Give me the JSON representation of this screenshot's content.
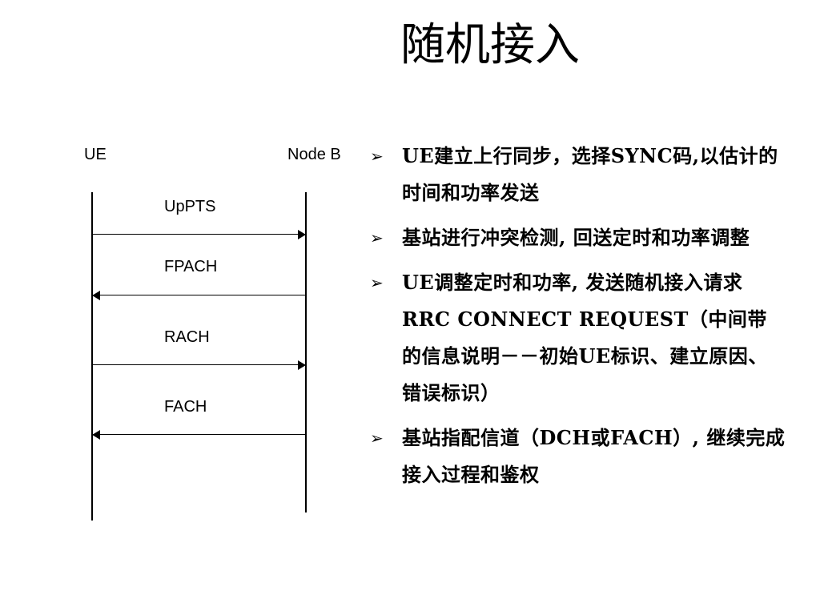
{
  "title": "随机接入",
  "diagram": {
    "entities": [
      {
        "label": "UE"
      },
      {
        "label": "Node B"
      }
    ],
    "messages": [
      {
        "label": "UpPTS",
        "direction": "UE→Node B"
      },
      {
        "label": "FPACH",
        "direction": "Node B→UE"
      },
      {
        "label": "RACH",
        "direction": "UE→Node B"
      },
      {
        "label": "FACH",
        "direction": "Node B→UE"
      }
    ]
  },
  "bullet_marker_icon": "arrowhead-bullet-icon",
  "bullets": [
    "UE建立上行同步，选择SYNC码,以估计的时间和功率发送",
    "基站进行冲突检测, 回送定时和功率调整",
    "UE调整定时和功率, 发送随机接入请求RRC CONNECT REQUEST（中间带的信息说明－－初始UE标识、建立原因、错误标识）",
    "基站指配信道（DCH或FACH）, 继续完成接入过程和鉴权"
  ],
  "colors": {
    "text": "#000000",
    "background": "#ffffff"
  }
}
